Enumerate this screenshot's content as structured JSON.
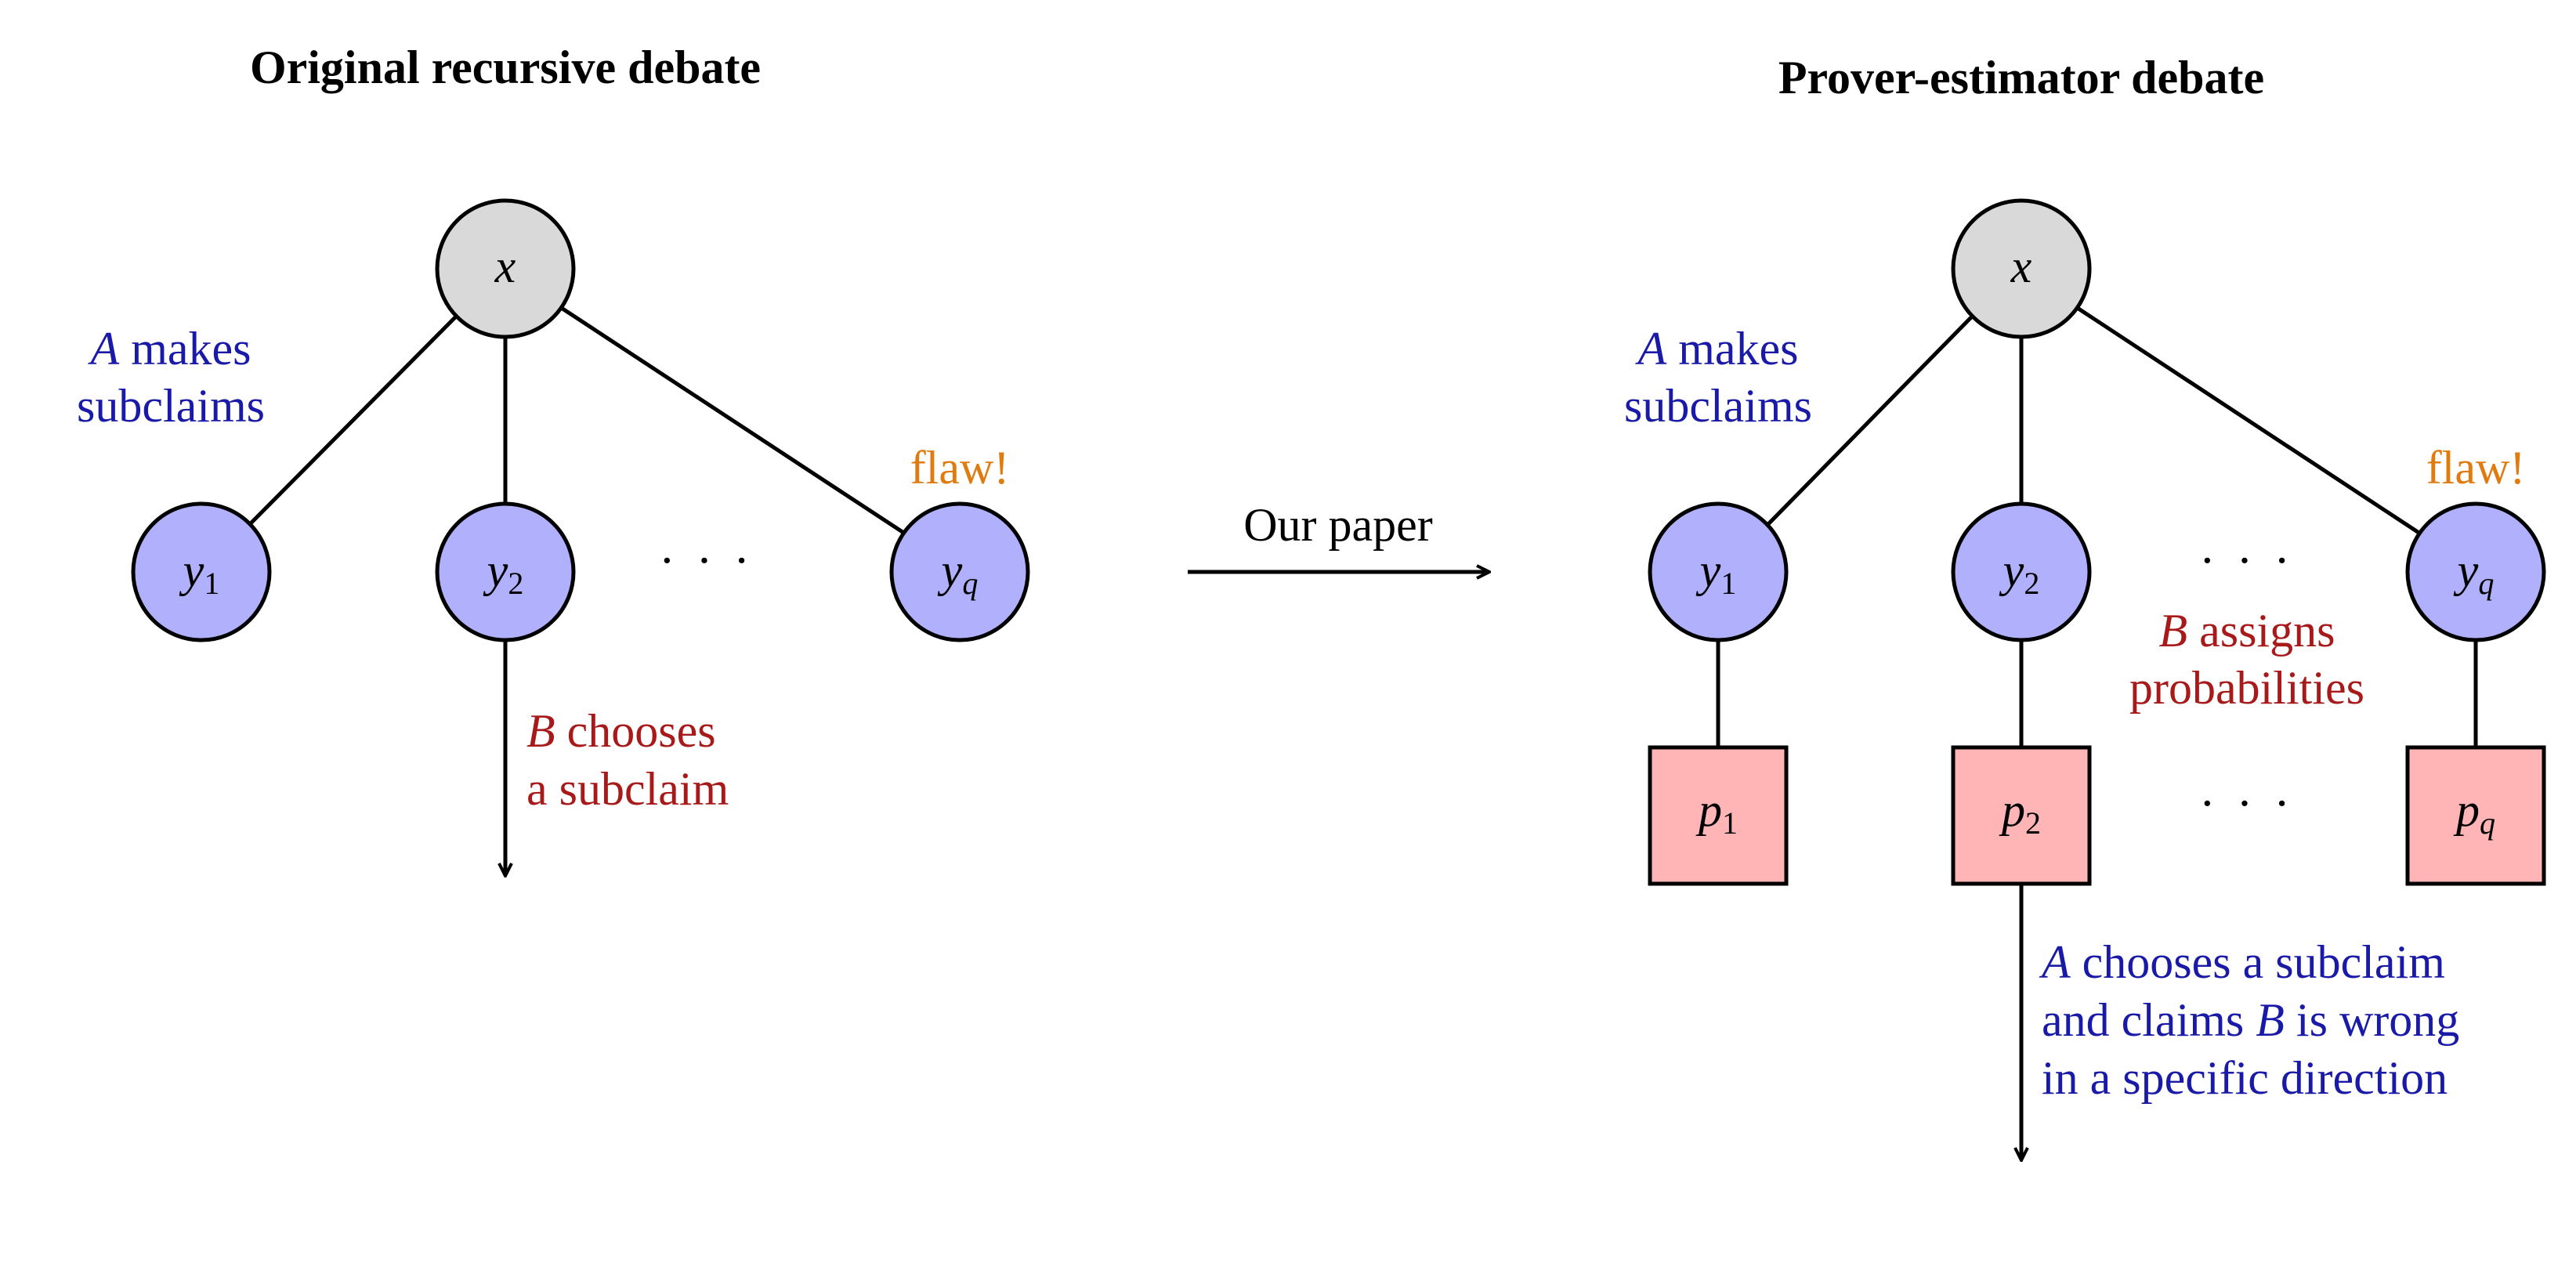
{
  "titles": {
    "left": "Original recursive debate",
    "right": "Prover-estimator debate"
  },
  "transition": {
    "label": "Our paper"
  },
  "left_tree": {
    "root": "x",
    "children": [
      {
        "base": "y",
        "sub": "1"
      },
      {
        "base": "y",
        "sub": "2"
      },
      {
        "base": "y",
        "sub": "q"
      }
    ],
    "ellipsis": "· · ·",
    "makes_label": {
      "agent": "A",
      "line1_rest": " makes",
      "line2": "subclaims"
    },
    "flaw_label": "flaw!",
    "choose_label": {
      "agent": "B",
      "line1_rest": " chooses",
      "line2": "a subclaim"
    }
  },
  "right_tree": {
    "root": "x",
    "children": [
      {
        "base": "y",
        "sub": "1"
      },
      {
        "base": "y",
        "sub": "2"
      },
      {
        "base": "y",
        "sub": "q"
      }
    ],
    "probabilities": [
      {
        "base": "p",
        "sub": "1"
      },
      {
        "base": "p",
        "sub": "2"
      },
      {
        "base": "p",
        "sub": "q"
      }
    ],
    "ellipsis": "· · ·",
    "makes_label": {
      "agent": "A",
      "line1_rest": " makes",
      "line2": "subclaims"
    },
    "flaw_label": "flaw!",
    "assign_label": {
      "agent": "B",
      "line1_rest": " assigns",
      "line2": "probabilities"
    },
    "choose_label": {
      "agent": "A",
      "line1_rest": " chooses a subclaim",
      "line2_pre": "and claims ",
      "line2_agent": "B",
      "line2_post": " is wrong",
      "line3": "in a specific direction"
    }
  },
  "colors": {
    "agent_a": "#1a1aa8",
    "agent_b": "#a81a1a",
    "flaw": "#e07b10",
    "root_fill": "#d9d9d9",
    "subclaim_fill": "#b0b0fc",
    "probability_fill": "#ffb5b5"
  }
}
